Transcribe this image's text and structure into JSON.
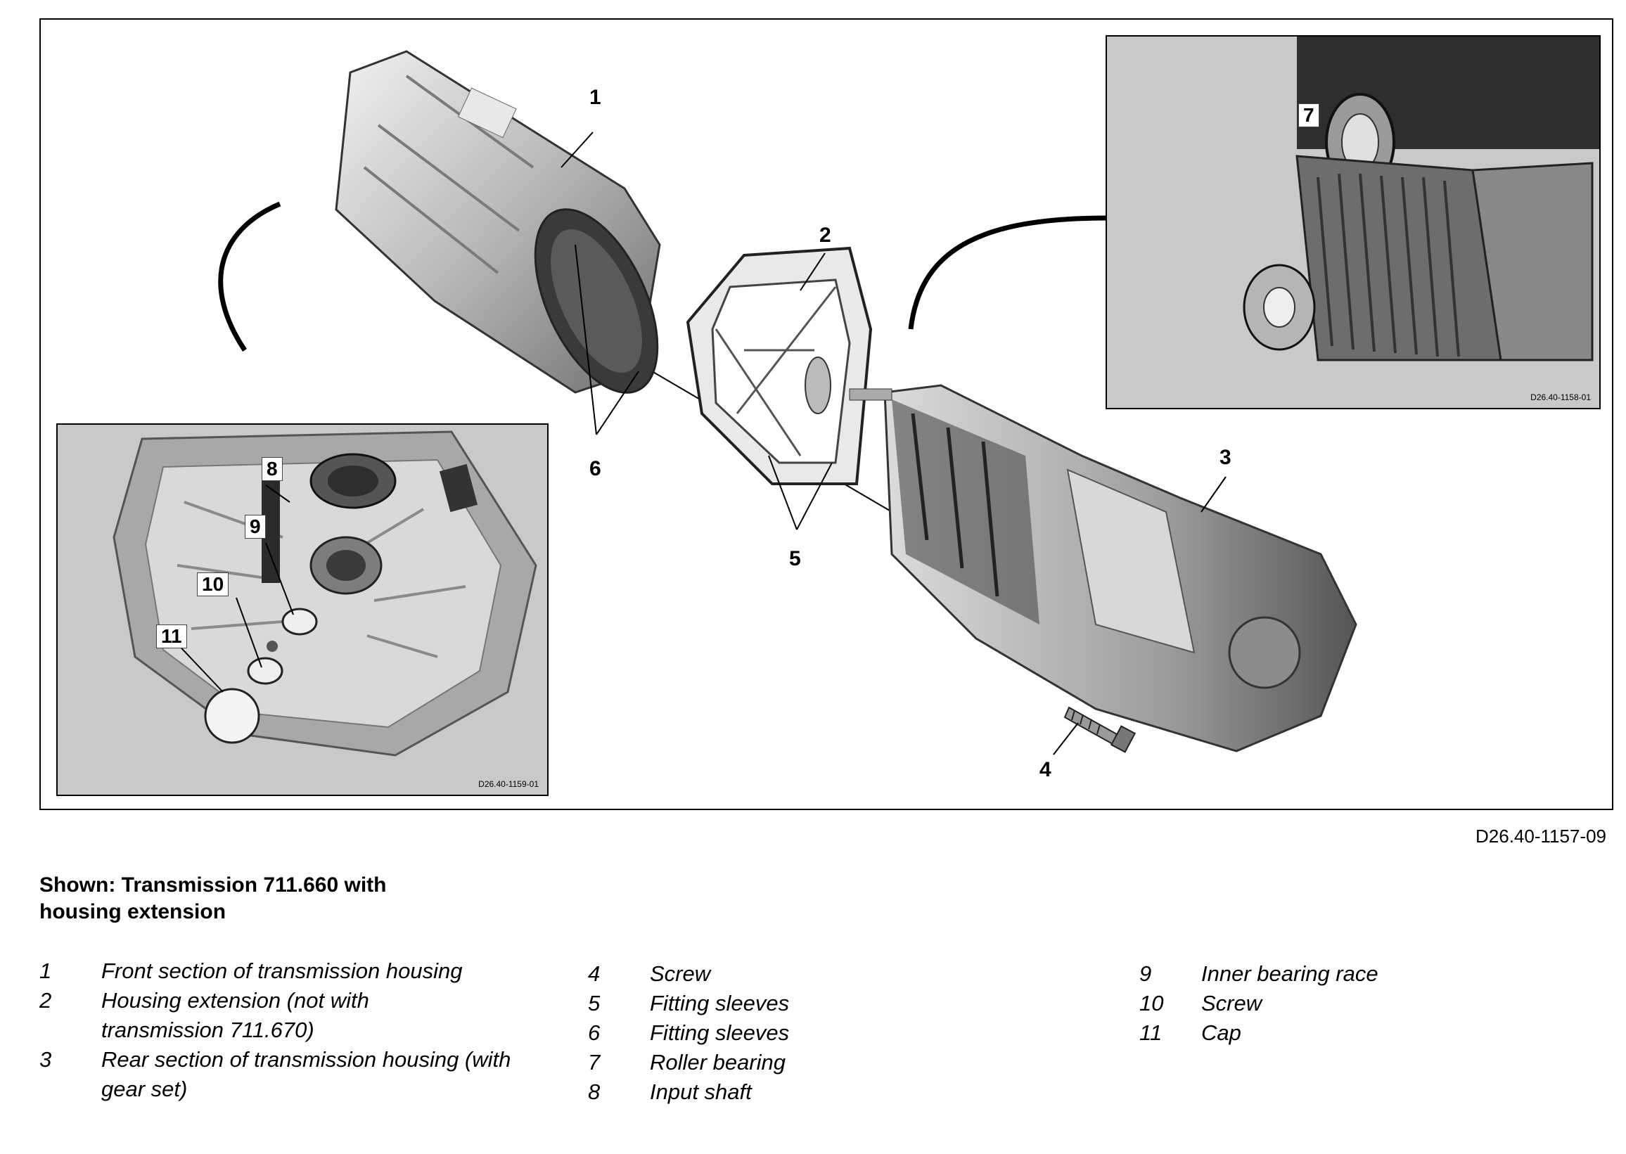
{
  "figure": {
    "figure_code": "D26.40-1157-09",
    "inset_left_code": "D26.40-1159-01",
    "inset_right_code": "D26.40-1158-01",
    "callouts": [
      "1",
      "2",
      "3",
      "4",
      "5",
      "6",
      "7",
      "8",
      "9",
      "10",
      "11"
    ]
  },
  "caption": {
    "line1": "Shown: Transmission 711.660 with",
    "line2": "housing extension"
  },
  "legend": {
    "col1": [
      {
        "num": "1",
        "text": "Front section of transmission housing"
      },
      {
        "num": "2",
        "text": "Housing extension (not with transmission 711.670)"
      },
      {
        "num": "3",
        "text": "Rear section of transmission housing (with gear set)"
      }
    ],
    "col2": [
      {
        "num": "4",
        "text": "Screw"
      },
      {
        "num": "5",
        "text": "Fitting sleeves"
      },
      {
        "num": "6",
        "text": "Fitting sleeves"
      },
      {
        "num": "7",
        "text": "Roller bearing"
      },
      {
        "num": "8",
        "text": "Input shaft"
      }
    ],
    "col3": [
      {
        "num": "9",
        "text": "Inner bearing race"
      },
      {
        "num": "10",
        "text": "Screw"
      },
      {
        "num": "11",
        "text": "Cap"
      }
    ]
  }
}
